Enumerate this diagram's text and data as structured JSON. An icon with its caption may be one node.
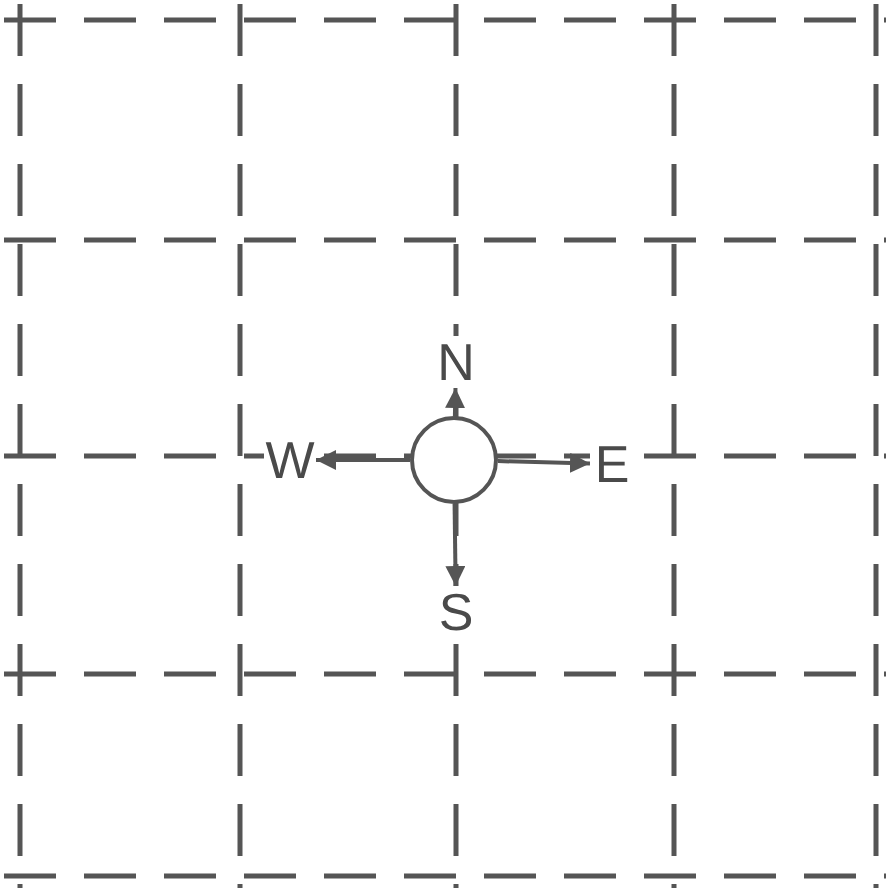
{
  "diagram": {
    "nodes": [
      {
        "text": [
          "N"
        ]
      },
      {
        "text": [
          "W"
        ]
      },
      {
        "text": [],
        "shape": "circle"
      },
      {
        "text": [
          "E"
        ]
      },
      {
        "text": [
          "S"
        ]
      }
    ],
    "edges": [
      {
        "from": 2,
        "to": 0,
        "arrow": "to"
      },
      {
        "from": 2,
        "to": 1,
        "arrow": "to"
      },
      {
        "from": 2,
        "to": 3,
        "arrow": "to"
      },
      {
        "from": 2,
        "to": 4,
        "arrow": "to"
      }
    ]
  }
}
